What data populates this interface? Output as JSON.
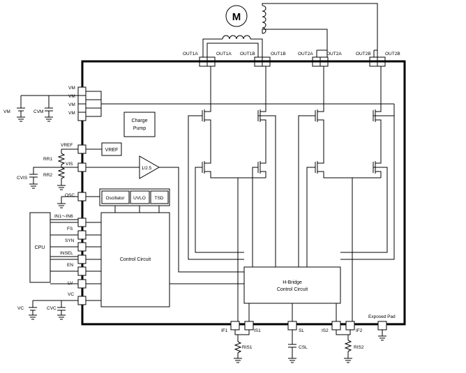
{
  "motor": {
    "label": "M"
  },
  "outputs": {
    "out1a_outer": "OUT1A",
    "out1a_inner": "OUT1A",
    "out1b_outer": "OUT1B",
    "out1b_inner": "OUT1B",
    "out2a_outer": "OUT2A",
    "out2a_inner": "OUT2A",
    "out2b_outer": "OUT2B",
    "out2b_inner": "OUT2B"
  },
  "supply": {
    "vm_pins": [
      "VM",
      "VM",
      "VM",
      "VM"
    ],
    "vm_source": "VM",
    "cvm": "CVM"
  },
  "vref": {
    "pin": "VREF",
    "block": "VREF"
  },
  "vis": {
    "pin": "VIS",
    "rr1": "RR1",
    "rr2": "RR2",
    "cvis": "CVIS"
  },
  "osc": {
    "pin": "OSC"
  },
  "blocks": {
    "charge_pump": [
      "Charge",
      "Pump"
    ],
    "oscillator": "Oscillator",
    "uvlo": "UVLO",
    "tsd": "TSD",
    "divider": "1/2.5",
    "control_circuit": "Control Circuit",
    "hbridge": [
      "H-Bridge",
      "Control Circuit"
    ]
  },
  "cpu": {
    "label": "CPU"
  },
  "inputs": [
    "IN1～IN6",
    "FS",
    "SYN",
    "INSEL",
    "EN",
    "LV"
  ],
  "vc": {
    "pin": "VC",
    "source": "VC",
    "cap": "CVC"
  },
  "bottom": {
    "if1": "IF1",
    "is1": "IS1",
    "sl": "SL",
    "is2": "IS2",
    "if2": "IF2",
    "ris1": "RIS1",
    "csl": "CSL",
    "ris2": "RIS2",
    "exposed_pad": "Exposed Pad"
  }
}
